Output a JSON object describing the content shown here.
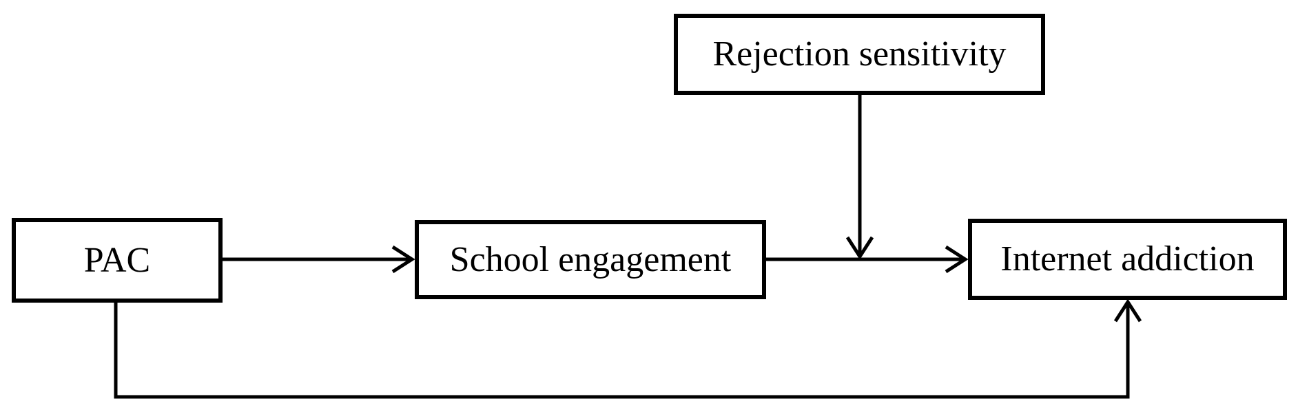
{
  "diagram": {
    "kind": "moderated-mediation-path-model",
    "background_color": "#ffffff",
    "line_color": "#000000",
    "box_fill_color": "#ffffff",
    "nodes": [
      {
        "id": "rejection_sensitivity",
        "label": "Rejection sensitivity",
        "role": "moderator"
      },
      {
        "id": "pac",
        "label": "PAC",
        "role": "predictor"
      },
      {
        "id": "school_engagement",
        "label": "School engagement",
        "role": "mediator"
      },
      {
        "id": "internet_addiction",
        "label": "Internet addiction",
        "role": "outcome"
      }
    ],
    "edges": [
      {
        "from": "PAC",
        "to": "School engagement",
        "style": "straight-arrow"
      },
      {
        "from": "School engagement",
        "to": "Internet addiction",
        "style": "straight-arrow"
      },
      {
        "from": "Rejection sensitivity",
        "to": "path School engagement → Internet addiction",
        "style": "moderation-arrow-onto-path"
      },
      {
        "from": "PAC",
        "to": "Internet addiction",
        "style": "elbow-arrow-bottom-direct-effect"
      }
    ]
  }
}
